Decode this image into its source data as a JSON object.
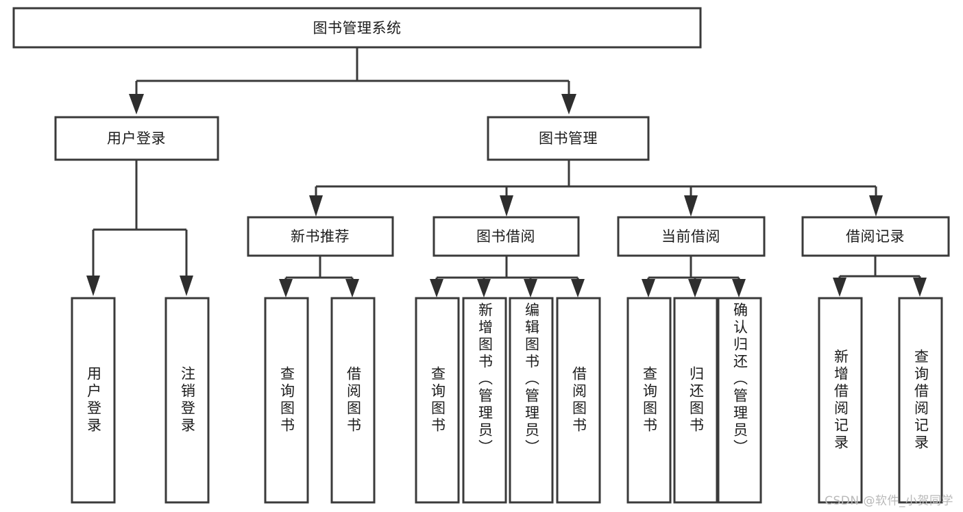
{
  "diagram": {
    "type": "tree",
    "title": "图书管理系统",
    "orientation": "top-down",
    "theme": {
      "background": "#ffffff",
      "box_fill": "#ffffff",
      "box_stroke": "#3a3a3a",
      "text_color": "#1c1c1c",
      "watermark_color": "#b9b9b9"
    },
    "root": {
      "label": "图书管理系统"
    },
    "level2": [
      {
        "label": "用户登录"
      },
      {
        "label": "图书管理"
      }
    ],
    "level3": [
      {
        "label": "新书推荐"
      },
      {
        "label": "图书借阅"
      },
      {
        "label": "当前借阅"
      },
      {
        "label": "借阅记录"
      }
    ],
    "leaves": {
      "user_login": [
        {
          "label": "用户登录"
        },
        {
          "label": "注销登录"
        }
      ],
      "new_book_recommend": [
        {
          "label": "查询图书"
        },
        {
          "label": "借阅图书"
        }
      ],
      "book_borrow": [
        {
          "label": "查询图书"
        },
        {
          "label": "新增图书（管理员）"
        },
        {
          "label": "编辑图书（管理员）"
        },
        {
          "label": "借阅图书"
        }
      ],
      "current_borrow": [
        {
          "label": "查询图书"
        },
        {
          "label": "归还图书"
        },
        {
          "label": "确认归还（管理员）"
        }
      ],
      "borrow_records": [
        {
          "label": "新增借阅记录"
        },
        {
          "label": "查询借阅记录"
        }
      ]
    }
  },
  "watermark": {
    "text": "CSDN @软件_小贺同学"
  }
}
